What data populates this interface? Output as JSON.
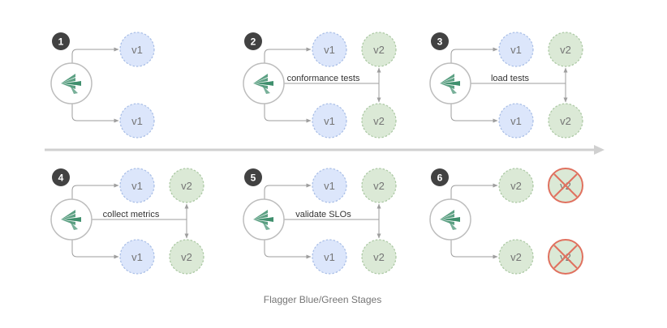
{
  "caption": "Flagger Blue/Green Stages",
  "colors": {
    "v1_fill": "#dce6fb",
    "v1_stroke": "#a7bde6",
    "v2_fill": "#dbe9d6",
    "v2_stroke": "#a9c7a1",
    "line": "#9e9e9e",
    "timeline": "#d0d0d0",
    "badge": "#424242",
    "cross": "#e0715f",
    "logo_green": "#3f8f6d",
    "logo_ring": "#bdbdbd"
  },
  "stages": [
    {
      "number": "1",
      "top": [
        "v1"
      ],
      "bottom": [
        "v1"
      ],
      "label": ""
    },
    {
      "number": "2",
      "top": [
        "v1",
        "v2"
      ],
      "bottom": [
        "v1",
        "v2"
      ],
      "label": "conformance tests"
    },
    {
      "number": "3",
      "top": [
        "v1",
        "v2"
      ],
      "bottom": [
        "v1",
        "v2"
      ],
      "label": "load tests"
    },
    {
      "number": "4",
      "top": [
        "v1",
        "v2"
      ],
      "bottom": [
        "v1",
        "v2"
      ],
      "label": "collect metrics"
    },
    {
      "number": "5",
      "top": [
        "v1",
        "v2"
      ],
      "bottom": [
        "v1",
        "v2"
      ],
      "label": "validate SLOs"
    },
    {
      "number": "6",
      "top": [
        "v2",
        "v2"
      ],
      "bottom": [
        "v2",
        "v2"
      ],
      "label": "",
      "crossed_second": true
    }
  ]
}
